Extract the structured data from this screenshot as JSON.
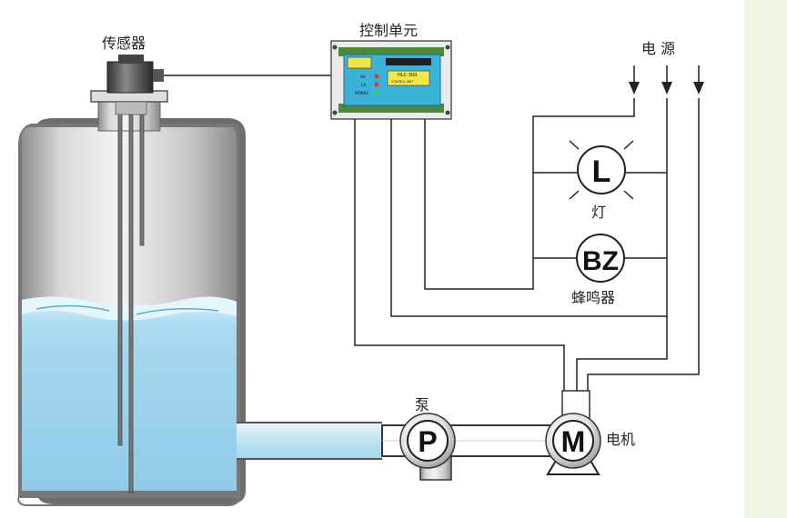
{
  "labels": {
    "sensor": "传感器",
    "control_unit": "控制单元",
    "power_supply": "电 源",
    "lamp": "灯",
    "buzzer": "蜂鸣器",
    "pump": "泵",
    "motor": "电机"
  },
  "symbols": {
    "lamp": "L",
    "buzzer": "BZ",
    "pump": "P",
    "motor": "M"
  },
  "control_panel": {
    "model": "HLC-300",
    "subtitle": "CONTROL UNIT",
    "indicator_1": "HA",
    "indicator_2": "LA",
    "indicator_3": "POWER"
  },
  "colors": {
    "water": "#a9daf0",
    "panel": "#3bb3d9",
    "tank_metal": "#c8c8c8",
    "wire": "#222222",
    "accent_green": "#eef6e4"
  }
}
